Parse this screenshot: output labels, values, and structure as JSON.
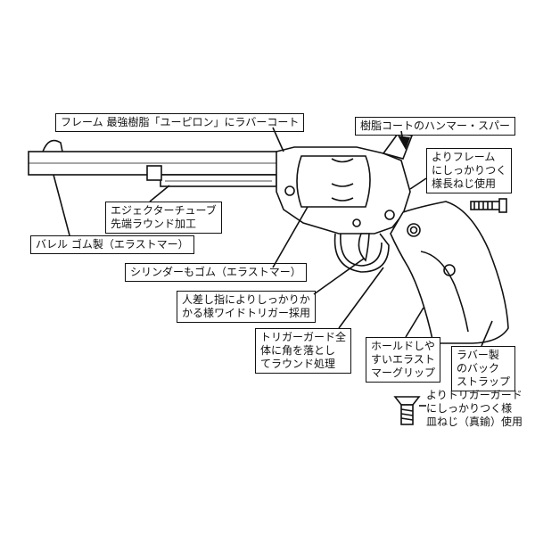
{
  "labels": {
    "frame": [
      "フレーム 最強樹脂「ユーピロン」にラバーコート"
    ],
    "hammer": [
      "樹脂コートのハンマー・スパー"
    ],
    "frame_screw": [
      "よりフレーム",
      "にしっかりつく",
      "様長ねじ使用"
    ],
    "ejector": [
      "エジェクターチューブ",
      "先端ラウンド加工"
    ],
    "barrel": [
      "バレル ゴム製（エラストマー）"
    ],
    "cylinder": [
      "シリンダーもゴム（エラストマー）"
    ],
    "trigger": [
      "人差し指によりしっかりか",
      "かる様ワイドトリガー採用"
    ],
    "trigger_guard": [
      "トリガーガード全",
      "体に角を落とし",
      "てラウンド処理"
    ],
    "grip": [
      "ホールドしや",
      "すいエラスト",
      "マーグリップ"
    ],
    "backstrap": [
      "ラバー製",
      "のバック",
      "ストラップ"
    ],
    "guard_screw": [
      "よりトリガーガード",
      "にしっかりつく様",
      "皿ねじ（真鍮）使用"
    ]
  },
  "icons": [
    "revolver-drawing",
    "long-screw-icon",
    "flat-head-screw-icon"
  ]
}
